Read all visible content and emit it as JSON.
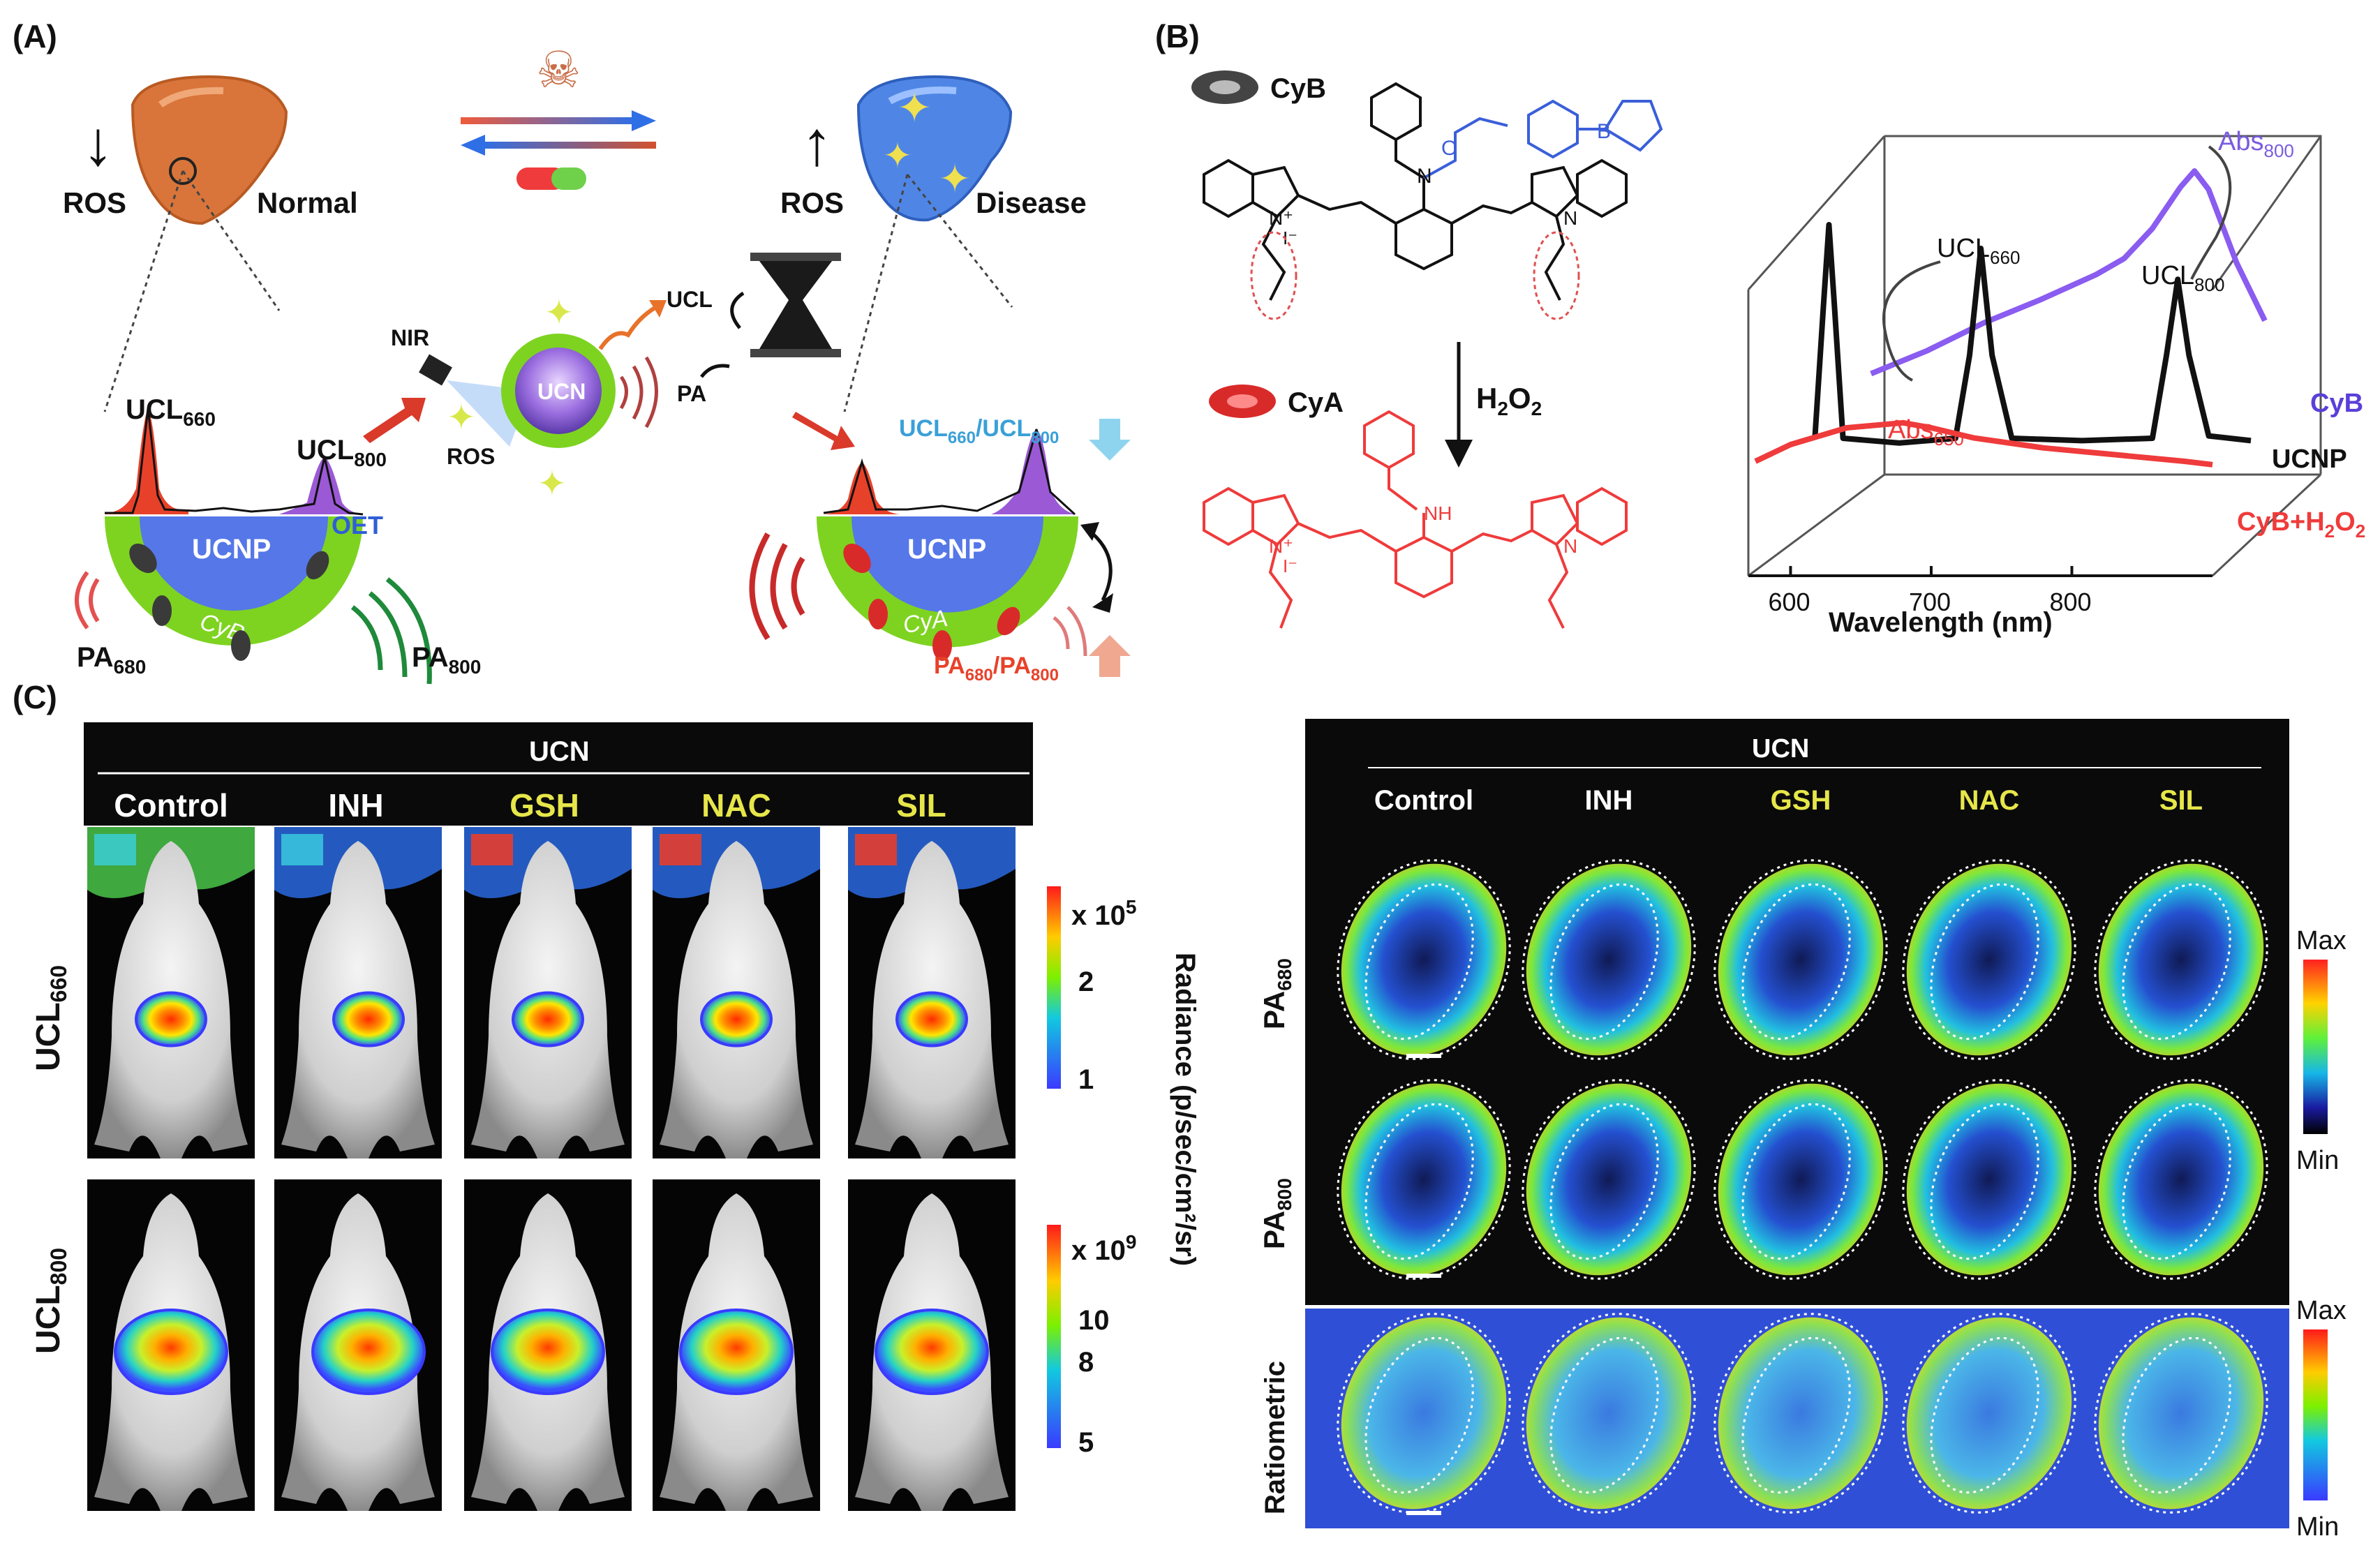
{
  "panels": {
    "a": {
      "label": "(A)",
      "ros": "ROS",
      "normal": "Normal",
      "disease": "Disease",
      "nir": "NIR",
      "ucn": "UCN",
      "ucl": "UCL",
      "pa": "PA",
      "ucnp": "UCNP",
      "oet": "OET",
      "cyb": "CyB",
      "cya": "CyA",
      "ucl660": "UCL",
      "ucl660_sub": "660",
      "ucl800": "UCL",
      "ucl800_sub": "800",
      "pa680": "PA",
      "pa680_sub": "680",
      "pa800": "PA",
      "pa800_sub": "800",
      "ratio_ucl_a": "UCL",
      "ratio_ucl_a_sub": "660",
      "ratio_ucl_sep": "/UCL",
      "ratio_ucl_b_sub": "800",
      "ratio_pa_a": "PA",
      "ratio_pa_a_sub": "680",
      "ratio_pa_sep": "/PA",
      "ratio_pa_b_sub": "800"
    },
    "b": {
      "label": "(B)",
      "cyb": "CyB",
      "cya": "CyA",
      "h2o2": "H",
      "h2o2_sub": "2",
      "h2o2_o": "O",
      "h2o2_o_sub": "2",
      "nh": "NH",
      "n": "N",
      "o": "O",
      "b": "B",
      "iodide": "I⁻",
      "nplus": "N⁺"
    },
    "c": {
      "label": "(C)",
      "ucn_header": "UCN",
      "groups": [
        "Control",
        "INH",
        "GSH",
        "NAC",
        "SIL"
      ],
      "group_colors": [
        "#ffffff",
        "#ffffff",
        "#e6e64a",
        "#e6e64a",
        "#e6e64a"
      ],
      "row_ucl660": "UCL",
      "row_ucl660_sub": "660",
      "row_ucl800": "UCL",
      "row_ucl800_sub": "800",
      "radiance_label": "Radiance (p/sec/cm²/sr)",
      "scale1_exp": "x 10",
      "scale1_exp_sup": "5",
      "scale1_ticks": [
        "2",
        "1"
      ],
      "scale2_exp": "x 10",
      "scale2_exp_sup": "9",
      "scale2_ticks": [
        "10",
        "8",
        "5"
      ],
      "pa_header": "UCN",
      "pa_row1": "PA",
      "pa_row1_sub": "680",
      "pa_row2": "PA",
      "pa_row2_sub": "800",
      "pa_row3": "Ratiometric",
      "max": "Max",
      "min": "Min"
    }
  },
  "chart_data": {
    "type": "line",
    "xlabel": "Wavelength (nm)",
    "ylabel": "",
    "xlim": [
      570,
      900
    ],
    "x_ticks": [
      600,
      700,
      800
    ],
    "series": [
      {
        "name": "CyB",
        "color": "#8a5cf0",
        "x": [
          620,
          660,
          700,
          740,
          780,
          800,
          820,
          840,
          850,
          860,
          880,
          900
        ],
        "y": [
          0.12,
          0.22,
          0.34,
          0.44,
          0.55,
          0.62,
          0.75,
          0.93,
          1.0,
          0.92,
          0.6,
          0.35
        ]
      },
      {
        "name": "UCNP",
        "color": "#111111",
        "x": [
          590,
          596,
          600,
          604,
          610,
          650,
          690,
          700,
          708,
          716,
          730,
          780,
          830,
          840,
          848,
          856,
          870,
          900
        ],
        "y": [
          0.05,
          0.6,
          0.95,
          0.6,
          0.05,
          0.03,
          0.05,
          0.4,
          0.85,
          0.4,
          0.05,
          0.04,
          0.05,
          0.4,
          0.72,
          0.4,
          0.06,
          0.04
        ]
      },
      {
        "name": "CyB+H2O2",
        "color": "#ef3b3b",
        "x": [
          575,
          600,
          640,
          680,
          700,
          730,
          780,
          830,
          880,
          900
        ],
        "y": [
          0.1,
          0.2,
          0.3,
          0.33,
          0.3,
          0.24,
          0.18,
          0.14,
          0.1,
          0.08
        ]
      }
    ],
    "annotations": {
      "ucl660": "UCL",
      "ucl660_sub": "660",
      "ucl800": "UCL",
      "ucl800_sub": "800",
      "abs800": "Abs",
      "abs800_sub": "800",
      "abs650": "Abs",
      "abs650_sub": "650",
      "legend_cyb": "CyB",
      "legend_ucnp": "UCNP",
      "legend_h2o2": "CyB+H",
      "legend_h2o2_sub1": "2",
      "legend_h2o2_mid": "O",
      "legend_h2o2_sub2": "2"
    }
  },
  "colors": {
    "liver_normal": "#d9753a",
    "liver_disease": "#4f86e6",
    "ucnp_blue": "#5577e8",
    "shell_green": "#7ed321",
    "red_dye": "#ef3b3b",
    "purple_dye": "#9b59d6",
    "panel_bg": "#0a0a0a",
    "ratiometric_bg": "#2f4fd6"
  }
}
